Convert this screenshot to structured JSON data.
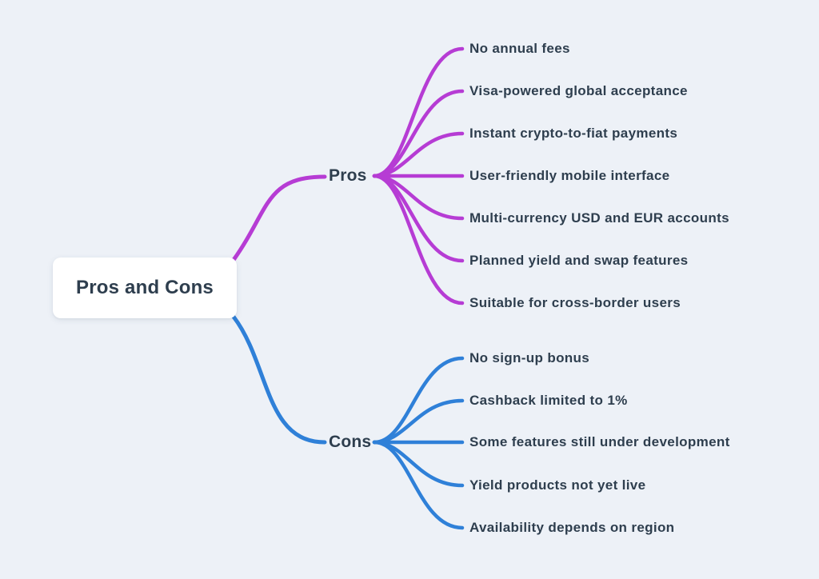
{
  "canvas": {
    "background": "#edf1f7",
    "text_color": "#2e3e4e"
  },
  "root": {
    "label": "Pros and Cons",
    "bg": "#ffffff"
  },
  "branches": [
    {
      "label": "Pros",
      "color": "#b63cd4",
      "items": [
        "No annual fees",
        "Visa-powered global acceptance",
        "Instant crypto-to-fiat payments",
        "User-friendly mobile interface",
        "Multi-currency USD and EUR accounts",
        "Planned yield and swap features",
        "Suitable for cross-border users"
      ]
    },
    {
      "label": "Cons",
      "color": "#2f80d8",
      "items": [
        "No sign-up bonus",
        "Cashback limited to 1%",
        "Some features still under development",
        "Yield products not yet live",
        "Availability depends on region"
      ]
    }
  ]
}
